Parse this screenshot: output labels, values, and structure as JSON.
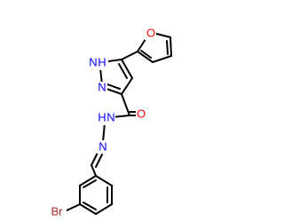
{
  "molecule": {
    "atoms": {
      "o_furan": {
        "label": "O",
        "color": "#ff0000"
      },
      "n1h": {
        "label": "N",
        "color": "#0000ff"
      },
      "n1h_h": {
        "label": "H",
        "color": "#0000ff"
      },
      "n2": {
        "label": "N",
        "color": "#0000ff"
      },
      "o_carbonyl": {
        "label": "O",
        "color": "#ff0000"
      },
      "nh_hydrazide": {
        "label": "N",
        "color": "#0000ff"
      },
      "nh_hydrazide_h": {
        "label": "H",
        "color": "#0000ff"
      },
      "n_imine": {
        "label": "N",
        "color": "#0000ff"
      },
      "br": {
        "label": "Br",
        "color": "#a52a2a"
      }
    },
    "bond_color": "#000000"
  }
}
